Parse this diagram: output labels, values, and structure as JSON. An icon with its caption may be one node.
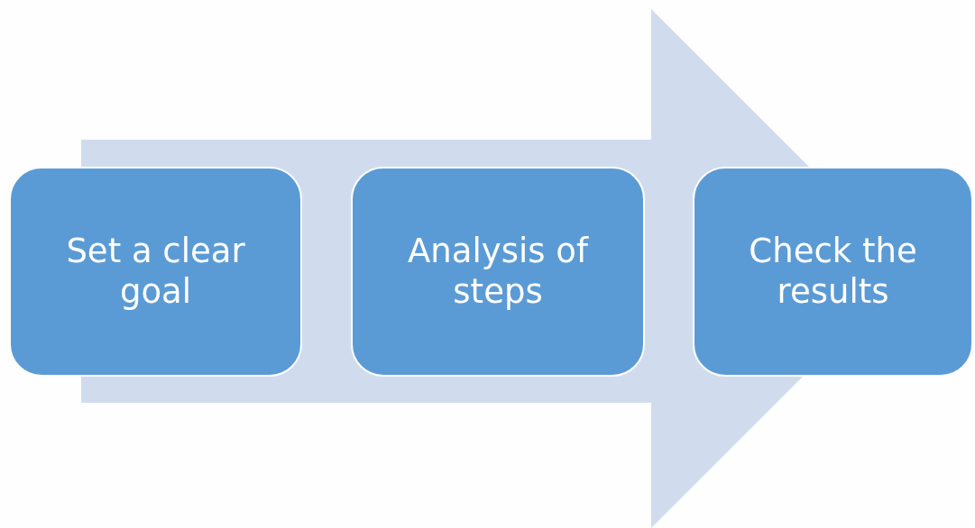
{
  "diagram": {
    "nodes": [
      {
        "text": [
          "Set a clear goal"
        ]
      },
      {
        "text": [
          "Analysis of steps"
        ]
      },
      {
        "text": [
          "Check the results"
        ]
      }
    ],
    "edges": [
      {
        "from": 0,
        "to": 2,
        "arrow": "to"
      }
    ]
  }
}
